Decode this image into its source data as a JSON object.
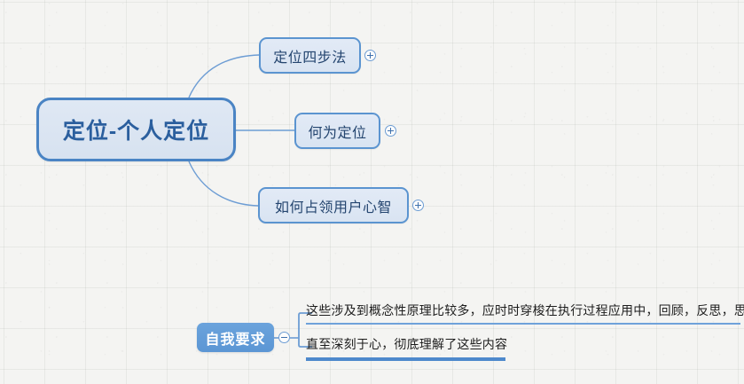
{
  "document": {
    "type": "mind-map",
    "background_color": "#f4f4f2"
  },
  "colors": {
    "root_border": "#4a84c4",
    "root_fill": "#dce6f2",
    "root_text": "#2b5f9e",
    "child_border": "#5b94d0",
    "child_fill": "#dfe8f4",
    "child_text": "#24456f",
    "branch_fill": "#5b96d4",
    "branch_text": "#ffffff",
    "connector": "#6d9dd4",
    "underline_thin": "#6fa2da",
    "underline_thick": "#4e89cc",
    "leaf_text": "#1d1d1d"
  },
  "root": {
    "label": "定位-个人定位"
  },
  "children": [
    {
      "label": "定位四步法",
      "toggle": "expand-icon",
      "toggle_state": "collapsed"
    },
    {
      "label": "何为定位",
      "toggle": "expand-icon",
      "toggle_state": "collapsed"
    },
    {
      "label": "如何占领用户心智",
      "toggle": "expand-icon",
      "toggle_state": "collapsed"
    }
  ],
  "branch": {
    "label": "自我要求",
    "toggle": "collapse-icon",
    "toggle_state": "expanded",
    "leaves": [
      {
        "text": "这些涉及到概念性原理比较多，应时时穿梭在执行过程应用中，回顾，反思，思考"
      },
      {
        "text": "直至深刻于心，彻底理解了这些内容"
      }
    ]
  }
}
